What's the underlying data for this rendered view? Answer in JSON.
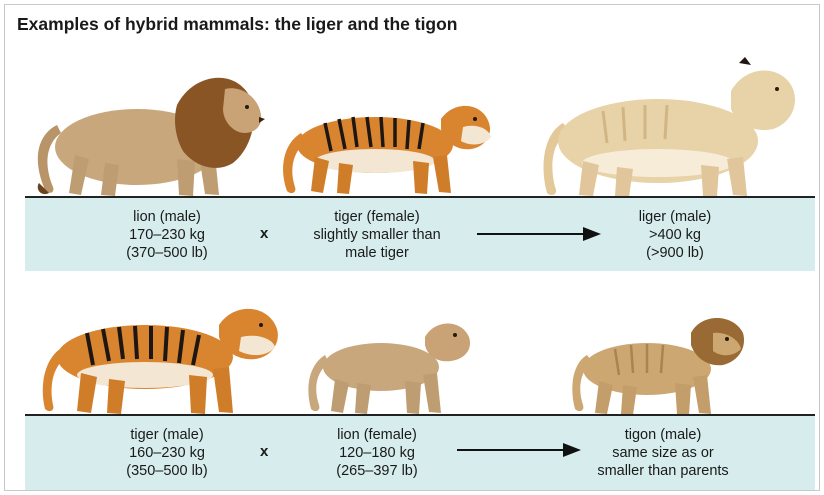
{
  "title": "Examples of hybrid mammals: the liger and the tigon",
  "colors": {
    "band": "#d7ecec",
    "lion_fur": "#c8a77d",
    "lion_mane": "#8a5524",
    "tiger_orange": "#d9852f",
    "tiger_stripe": "#1e1612",
    "liger_fur": "#e8d2a8",
    "tigon_fur": "#cda772"
  },
  "rows": [
    {
      "parent1": {
        "name": "lion (male)",
        "line2": "170–230 kg",
        "line3": "(370–500 lb)"
      },
      "cross": "x",
      "parent2": {
        "name": "tiger (female)",
        "line2": "slightly smaller than",
        "line3": "male tiger"
      },
      "offspring": {
        "name": "liger (male)",
        "line2": ">400 kg",
        "line3": "(>900 lb)"
      }
    },
    {
      "parent1": {
        "name": "tiger (male)",
        "line2": "160–230 kg",
        "line3": "(350–500 lb)"
      },
      "cross": "x",
      "parent2": {
        "name": "lion (female)",
        "line2": "120–180 kg",
        "line3": "(265–397 lb)"
      },
      "offspring": {
        "name": "tigon (male)",
        "line2": "same size as or",
        "line3": "smaller than parents"
      }
    }
  ]
}
